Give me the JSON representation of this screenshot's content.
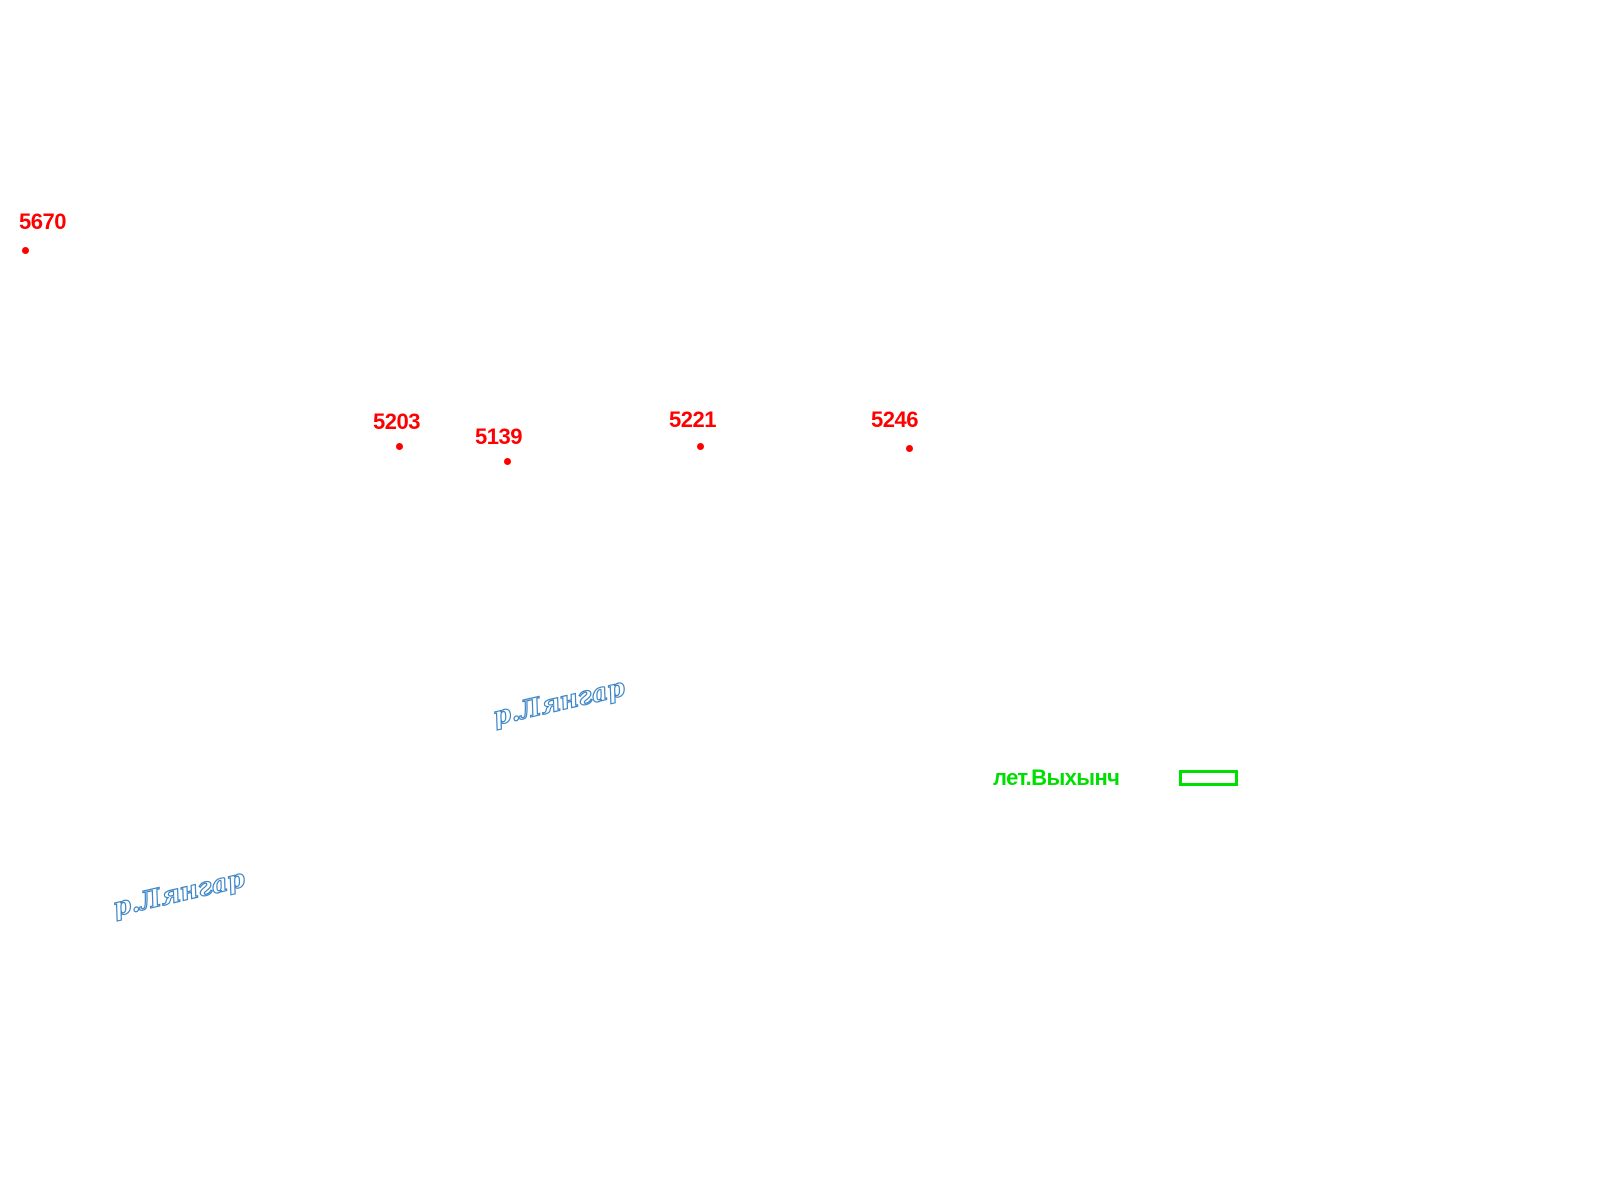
{
  "map": {
    "peak_color": "#ff0000",
    "river_color": "#3d86c6",
    "airstrip_color": "#00e000",
    "peaks": [
      {
        "label": "5670"
      },
      {
        "label": "5203"
      },
      {
        "label": "5139"
      },
      {
        "label": "5221"
      },
      {
        "label": "5246"
      }
    ],
    "rivers": [
      {
        "label": "р.Лянгар"
      },
      {
        "label": "р.Лянгар"
      }
    ],
    "airstrip": {
      "label": "лет.Выхынч",
      "icon": "airstrip-icon"
    }
  }
}
